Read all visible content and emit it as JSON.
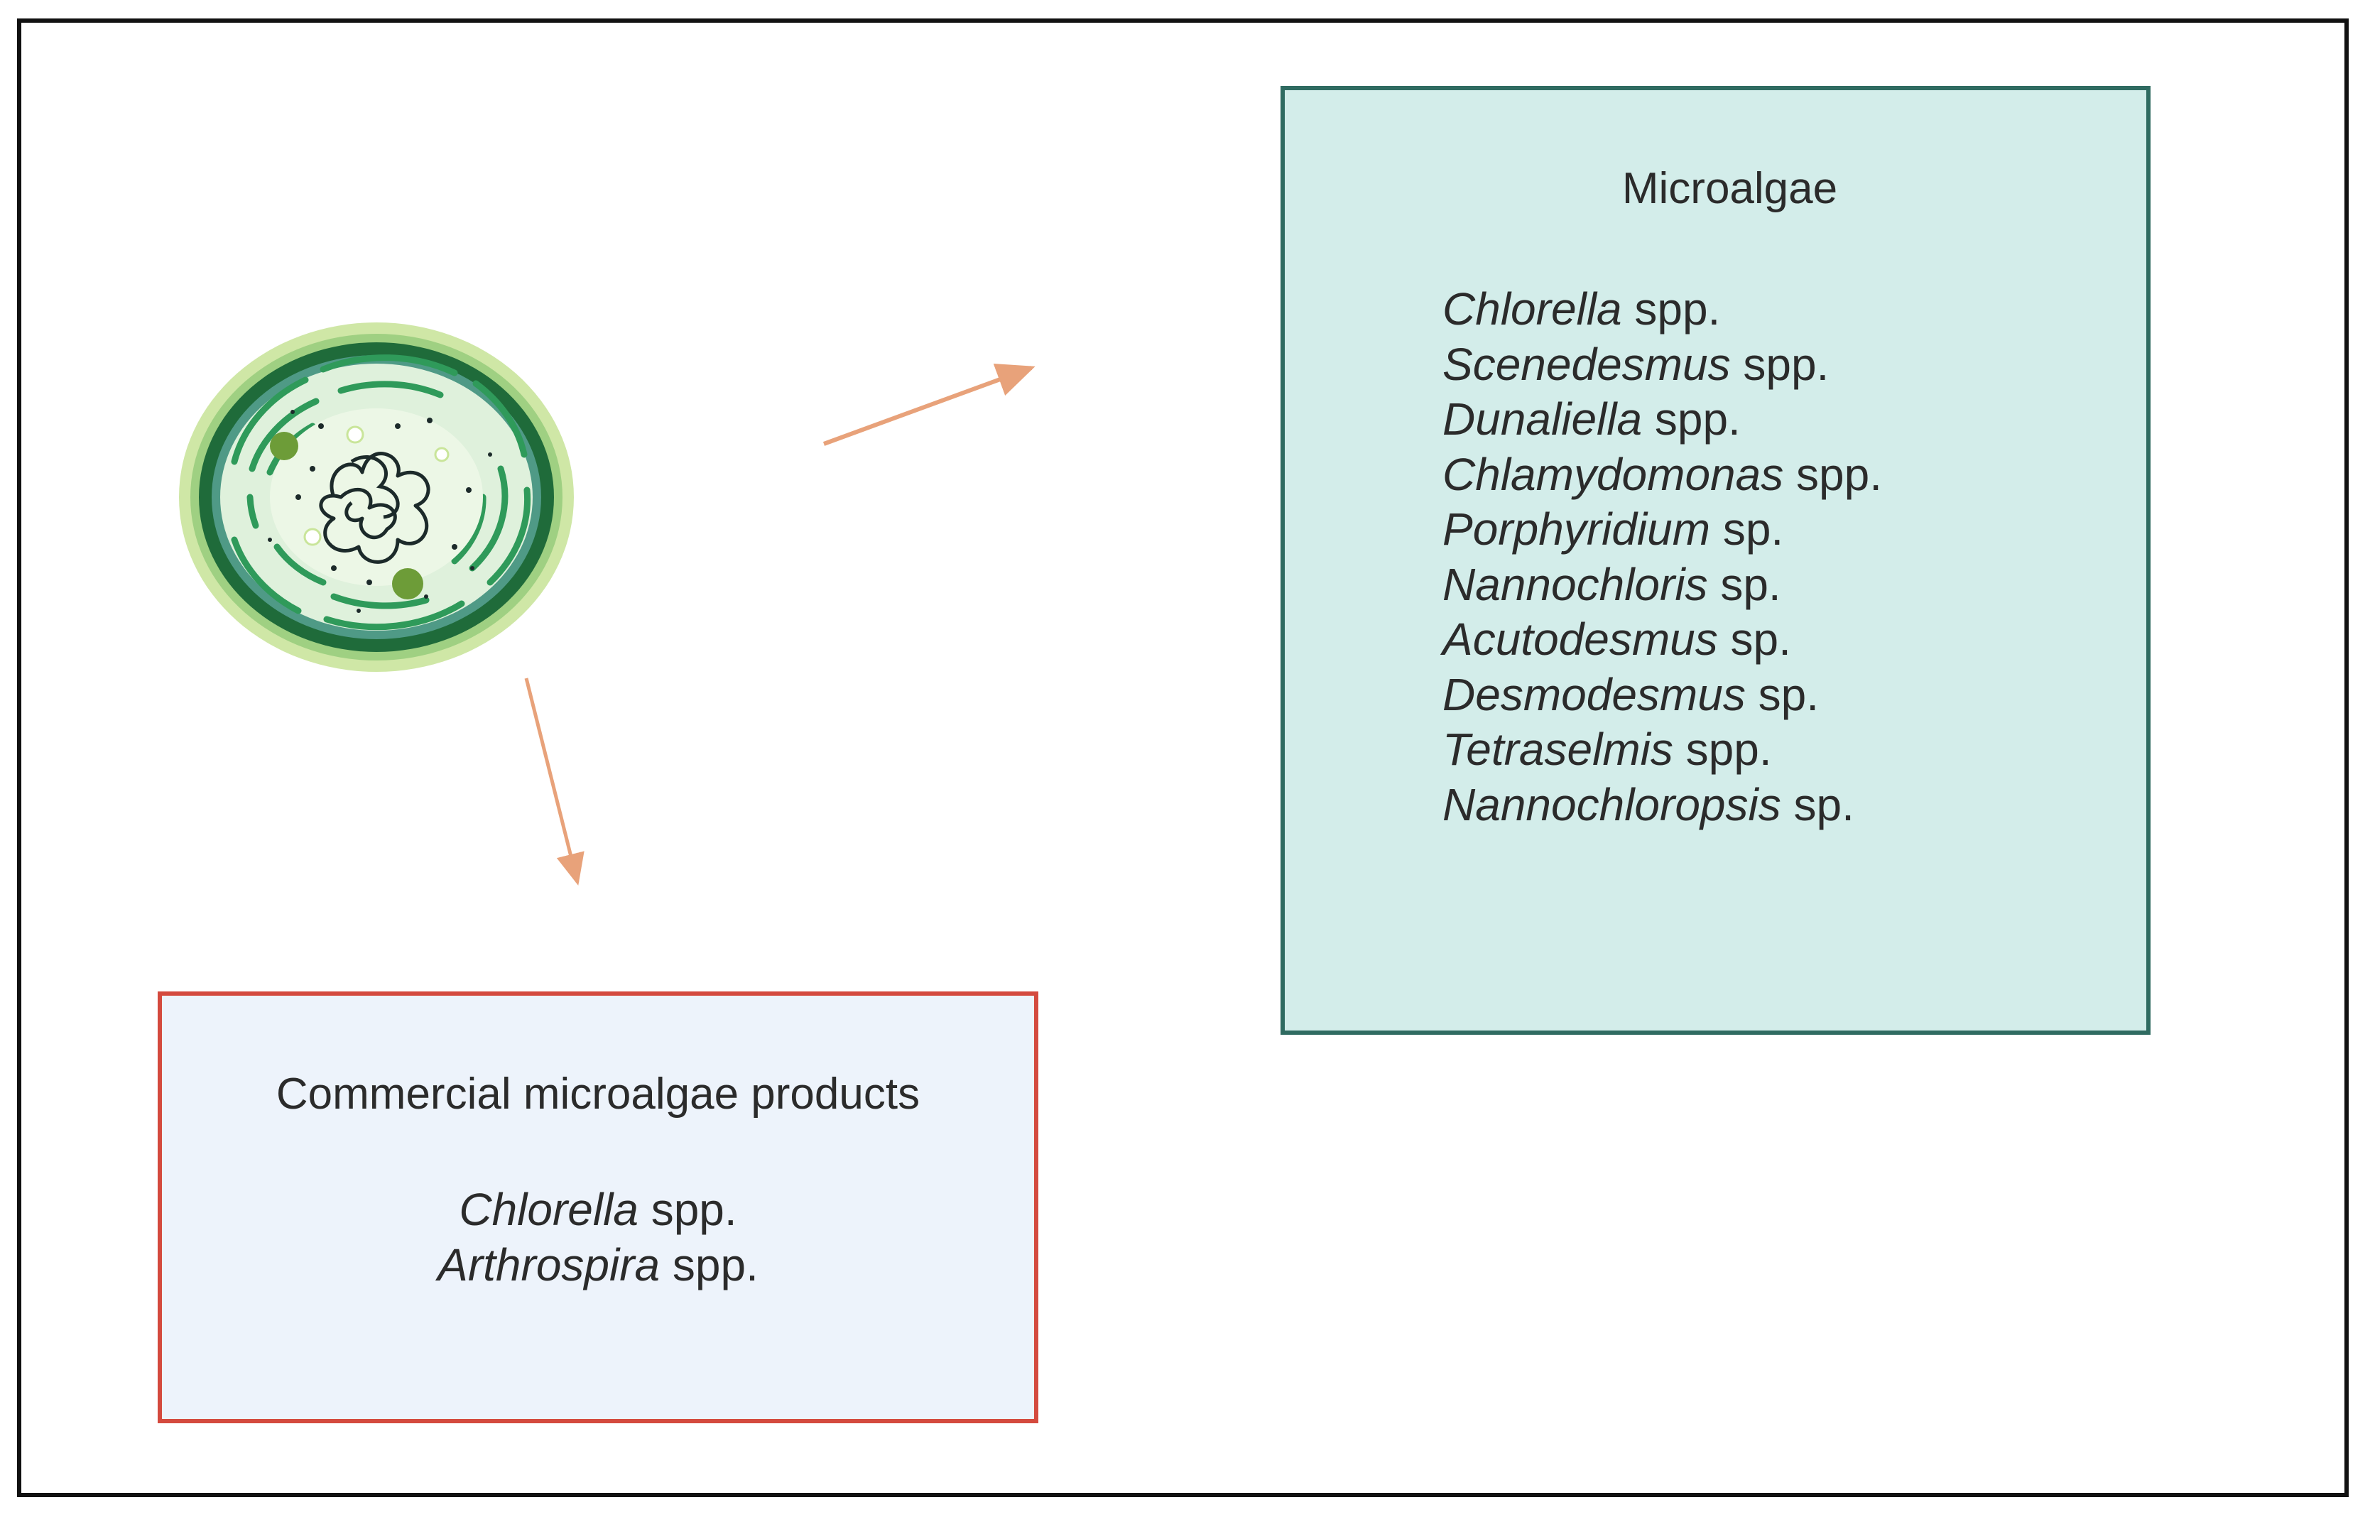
{
  "microalgae_box": {
    "title": "Microalgae",
    "species": [
      {
        "genus": "Chlorella",
        "suffix": "spp."
      },
      {
        "genus": "Scenedesmus",
        "suffix": "spp."
      },
      {
        "genus": "Dunaliella",
        "suffix": "spp."
      },
      {
        "genus": "Chlamydomonas",
        "suffix": "spp."
      },
      {
        "genus": "Porphyridium",
        "suffix": "sp."
      },
      {
        "genus": "Nannochloris",
        "suffix": "sp."
      },
      {
        "genus": "Acutodesmus",
        "suffix": "sp."
      },
      {
        "genus": "Desmodesmus",
        "suffix": "sp."
      },
      {
        "genus": "Tetraselmis",
        "suffix": "spp."
      },
      {
        "genus": "Nannochloropsis",
        "suffix": "sp."
      }
    ]
  },
  "commercial_box": {
    "title": "Commercial microalgae products",
    "species": [
      {
        "genus": "Chlorella",
        "suffix": "spp."
      },
      {
        "genus": "Arthrospira",
        "suffix": "spp."
      }
    ]
  },
  "colors": {
    "microalgae_fill": "#d3edea",
    "microalgae_border": "#2f6b61",
    "commercial_fill": "#edf3fb",
    "commercial_border": "#d44a3e",
    "arrow": "#e8a27a"
  },
  "icons": {
    "cell": "microalgae-cell-icon",
    "arrow_right": "arrow-to-microalgae-icon",
    "arrow_down": "arrow-to-commercial-icon"
  }
}
